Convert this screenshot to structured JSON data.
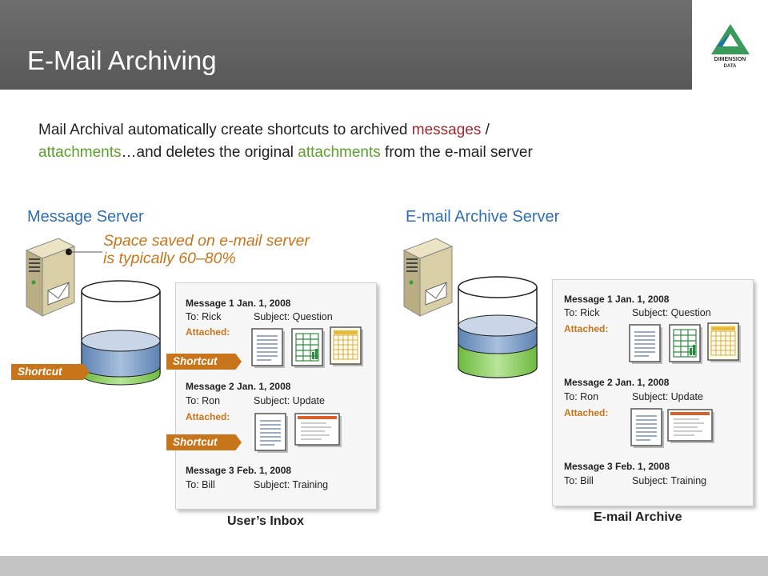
{
  "header": {
    "title": "E-Mail Archiving",
    "logo": {
      "line1": "DIMENSION",
      "line2": "DATA"
    }
  },
  "intro": {
    "part1": "Mail Archival automatically create shortcuts to archived ",
    "messages": "messages",
    "slash": " / ",
    "attachments1": "attachments",
    "part2": "…and deletes the original ",
    "attachments2": "attachments",
    "part3": " from the e-mail server"
  },
  "left": {
    "title": "Message Server",
    "note_line1": "Space saved on e-mail server",
    "note_line2": "is typically 60–80%",
    "shortcut_label": "Shortcut",
    "caption": "User’s Inbox",
    "messages": [
      {
        "head": "Message 1 Jan. 1, 2008",
        "to": "To: Rick",
        "subject": "Subject: Question",
        "attached": "Attached:"
      },
      {
        "head": "Message 2 Jan. 1, 2008",
        "to": "To: Ron",
        "subject": "Subject: Update",
        "attached": "Attached:"
      },
      {
        "head": "Message 3 Feb. 1, 2008",
        "to": "To: Bill",
        "subject": "Subject: Training"
      }
    ]
  },
  "right": {
    "title": "E-mail Archive Server",
    "caption": "E-mail Archive",
    "messages": [
      {
        "head": "Message 1 Jan. 1, 2008",
        "to": "To: Rick",
        "subject": "Subject: Question",
        "attached": "Attached:"
      },
      {
        "head": "Message 2 Jan. 1, 2008",
        "to": "To: Ron",
        "subject": "Subject: Update",
        "attached": "Attached:"
      },
      {
        "head": "Message 3 Feb. 1, 2008",
        "to": "To: Bill",
        "subject": "Subject: Training"
      }
    ]
  },
  "colors": {
    "accent_orange": "#c8741a",
    "title_blue": "#2f6fb4",
    "highlight_red": "#a0282e",
    "highlight_green": "#5aa02c"
  },
  "icons": [
    "server-icon",
    "database-cylinder-icon",
    "document-icon",
    "spreadsheet-icon",
    "calendar-icon",
    "presentation-icon",
    "dimension-data-logo"
  ]
}
